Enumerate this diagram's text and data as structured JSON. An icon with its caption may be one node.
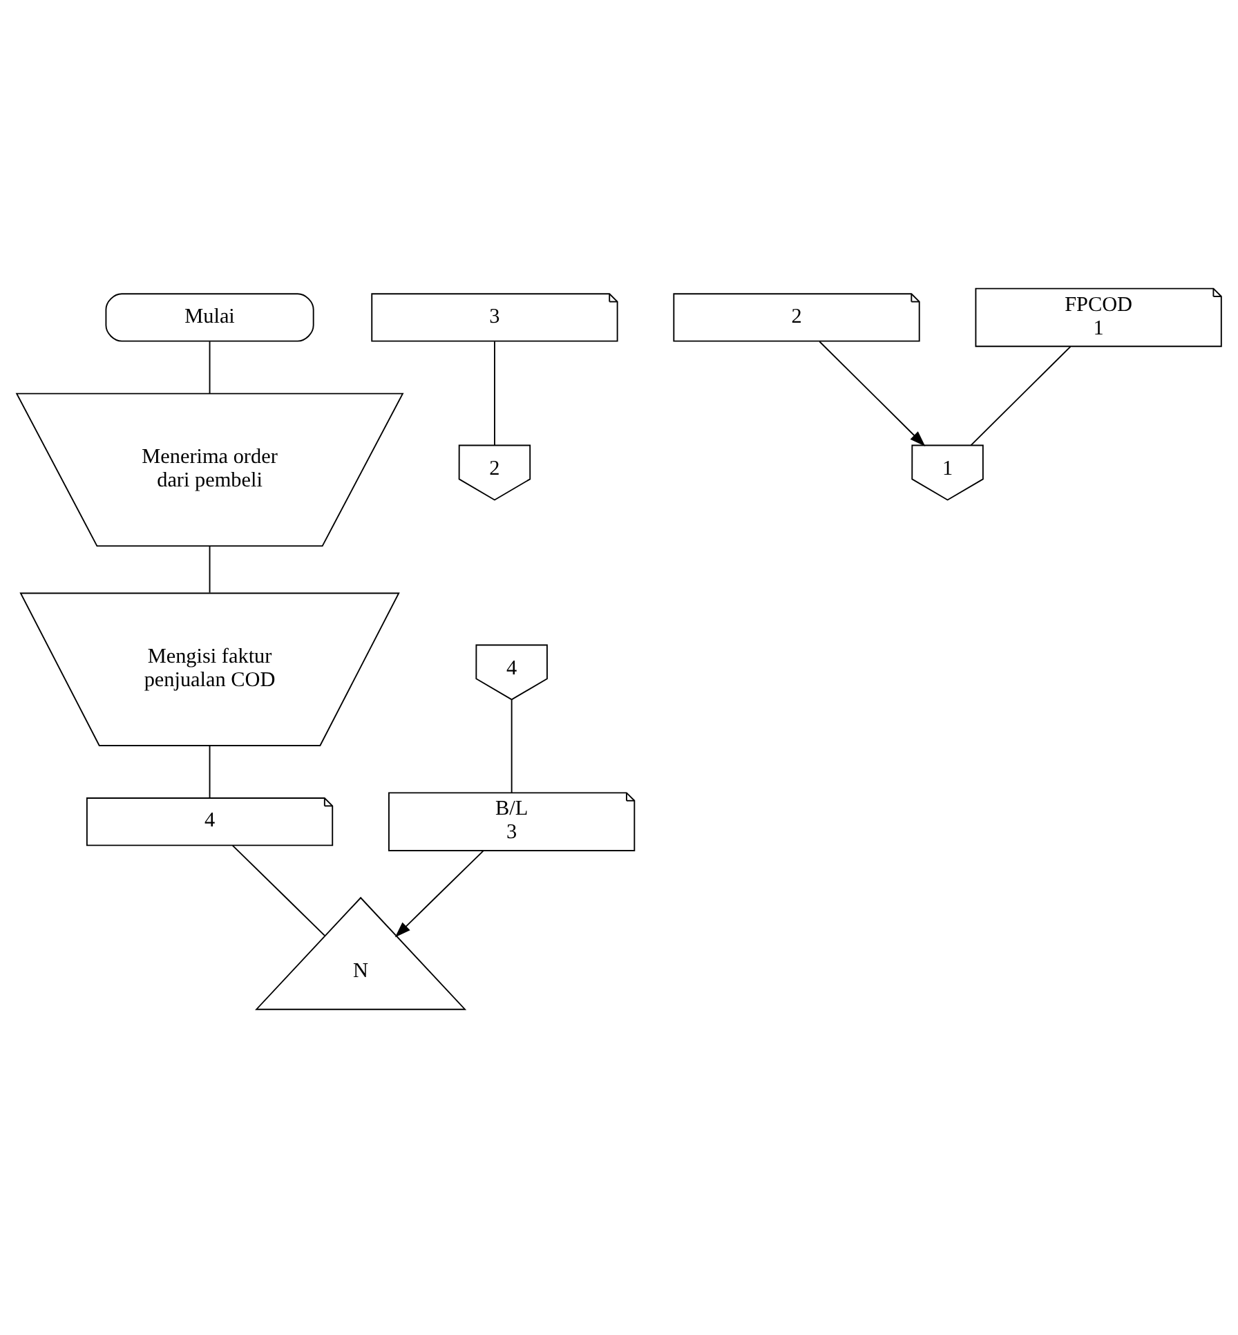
{
  "diagram": {
    "nodes": [
      {
        "text": [
          "Mulai"
        ]
      },
      {
        "text": [
          "Menerima order dari pembeli"
        ]
      },
      {
        "text": [
          "Mengisi faktur penjualan COD"
        ]
      },
      {
        "text": [
          "4"
        ]
      },
      {
        "text": [
          "3"
        ]
      },
      {
        "text": [
          "2"
        ]
      },
      {
        "text": [
          "FPCOD",
          "1"
        ]
      },
      {
        "text": [
          "1"
        ]
      },
      {
        "text": [
          "2"
        ]
      },
      {
        "text": [
          "N"
        ]
      },
      {
        "text": [
          "4"
        ]
      },
      {
        "text": [
          "B/L",
          "3"
        ]
      }
    ],
    "edges": [
      {
        "from": 0,
        "to": 1,
        "arrow": "none"
      },
      {
        "from": 1,
        "to": 2,
        "arrow": "none"
      },
      {
        "from": 2,
        "to": 3,
        "arrow": "none"
      },
      {
        "from": 6,
        "to": 7,
        "arrow": "none"
      },
      {
        "from": 5,
        "to": 7,
        "arrow": "to"
      },
      {
        "from": 4,
        "to": 8,
        "arrow": "none"
      },
      {
        "from": 3,
        "to": 9,
        "arrow": "none"
      },
      {
        "from": 10,
        "to": 11,
        "arrow": "none"
      },
      {
        "from": 11,
        "to": 9,
        "arrow": "to"
      }
    ]
  }
}
